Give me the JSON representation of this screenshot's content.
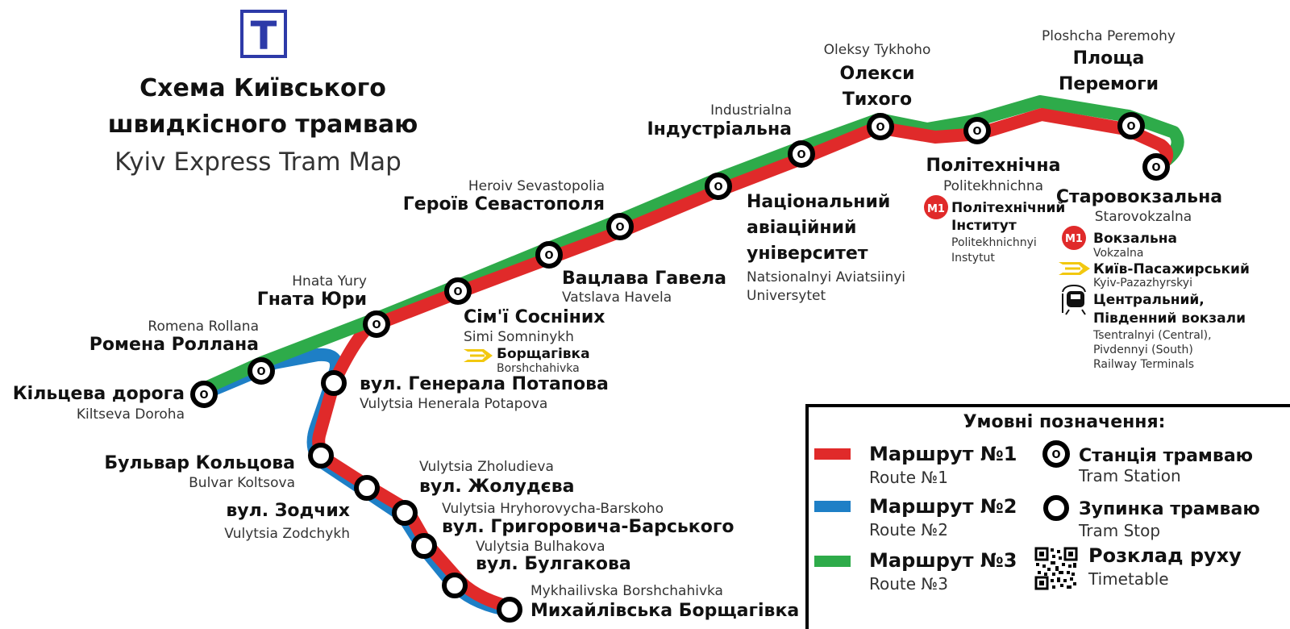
{
  "header": {
    "logo_letter": "Т",
    "title_line1": "Схема Київського",
    "title_line2": "швидкісного трамваю",
    "subtitle": "Kyiv Express Tram Map"
  },
  "colors": {
    "route1": "#e02a2a",
    "route2": "#1e7fc6",
    "route3": "#2eab4a",
    "logo": "#2d3aa8",
    "metro": "#e02a2a",
    "rail": "#f2c80f"
  },
  "stations": [
    {
      "id": "kiltseva",
      "ua": "Кільцева дорога",
      "lat": "Kiltseva Doroha",
      "kind": "station"
    },
    {
      "id": "romena",
      "ua": "Ромена Роллана",
      "lat": "Romena Rollana",
      "kind": "station"
    },
    {
      "id": "hnata",
      "ua": "Гната Юри",
      "lat": "Hnata Yury",
      "kind": "station"
    },
    {
      "id": "simi",
      "ua": "Сім'ї Сосніних",
      "lat": "Simi Somninykh",
      "kind": "station"
    },
    {
      "id": "vatslava",
      "ua": "Вацлава Гавела",
      "lat": "Vatslava Havela",
      "kind": "station"
    },
    {
      "id": "heroiv",
      "ua": "Героїв Севастополя",
      "lat": "Heroiv Sevastopolia",
      "kind": "station"
    },
    {
      "id": "nau",
      "ua": "Національний авіаційний університет",
      "lat": "Natsionalnyi Aviatsiinyi Universytet",
      "kind": "station"
    },
    {
      "id": "industrialna",
      "ua": "Індустріальна",
      "lat": "Industrialna",
      "kind": "station"
    },
    {
      "id": "oleksy",
      "ua": "Олекси Тихого",
      "lat": "Oleksy Tykhoho",
      "kind": "station"
    },
    {
      "id": "polytech",
      "ua": "Політехнічна",
      "lat": "Politekhnichna",
      "kind": "station"
    },
    {
      "id": "peremohy",
      "ua": "Площа Перемоги",
      "lat": "Ploshcha Peremohy",
      "kind": "station"
    },
    {
      "id": "starovokzalna",
      "ua": "Старовокзальна",
      "lat": "Starovokzalna",
      "kind": "station"
    },
    {
      "id": "potapova",
      "ua": "вул. Генерала Потапова",
      "lat": "Vulytsia Henerala Potapova",
      "kind": "stop"
    },
    {
      "id": "koltsova",
      "ua": "Бульвар Кольцова",
      "lat": "Bulvar Koltsova",
      "kind": "stop"
    },
    {
      "id": "zodchykh",
      "ua": "вул. Зодчих",
      "lat": "Vulytsia Zodchykh",
      "kind": "stop"
    },
    {
      "id": "zholudieva",
      "ua": "вул. Жолудєва",
      "lat": "Vulytsia Zholudieva",
      "kind": "stop"
    },
    {
      "id": "barskoho",
      "ua": "вул. Григоровича-Барського",
      "lat": "Vulytsia Hryhorovycha-Barskoho",
      "kind": "stop"
    },
    {
      "id": "bulhakova",
      "ua": "вул. Булгакова",
      "lat": "Vulytsia Bulhakova",
      "kind": "stop"
    },
    {
      "id": "mykhailivska",
      "ua": "Михайлівська Борщагівка",
      "lat": "Mykhailivska Borshchahivka",
      "kind": "stop"
    }
  ],
  "transfers": {
    "borshchahivka": {
      "ua": "Борщагівка",
      "lat": "Borshchahivka",
      "icon": "railway-transfer-icon"
    },
    "metro_polytech": {
      "badge": "M1",
      "ua_line1": "Політехнічний",
      "ua_line2": "Інститут",
      "lat_line1": "Politekhnichnyi",
      "lat_line2": "Instytut",
      "icon": "metro-m1-icon"
    },
    "metro_vokzalna": {
      "badge": "M1",
      "ua": "Вокзальна",
      "lat": "Vokzalna",
      "icon": "metro-m1-icon"
    },
    "rail_kyiv": {
      "ua": "Київ-Пасажирський",
      "lat": "Kyiv-Pazazhyrskyi",
      "icon": "railway-transfer-icon"
    },
    "train_terminals": {
      "ua_line1": "Центральний,",
      "ua_line2": "Південний вокзали",
      "lat_line1": "Tsentralnyi (Central),",
      "lat_line2": "Pivdennyi (South)",
      "lat_line3": "Railway Terminals",
      "icon": "train-icon"
    }
  },
  "legend": {
    "title": "Умовні позначення:",
    "route1_ua": "Маршрут №1",
    "route1_en": "Route №1",
    "route2_ua": "Маршрут №2",
    "route2_en": "Route №2",
    "route3_ua": "Маршрут №3",
    "route3_en": "Route №3",
    "station_ua": "Станція трамваю",
    "station_en": "Tram Station",
    "stop_ua": "Зупинка трамваю",
    "stop_en": "Tram Stop",
    "timetable_ua": "Розклад руху",
    "timetable_en": "Timetable",
    "qr_icon": "qr-code-icon"
  }
}
